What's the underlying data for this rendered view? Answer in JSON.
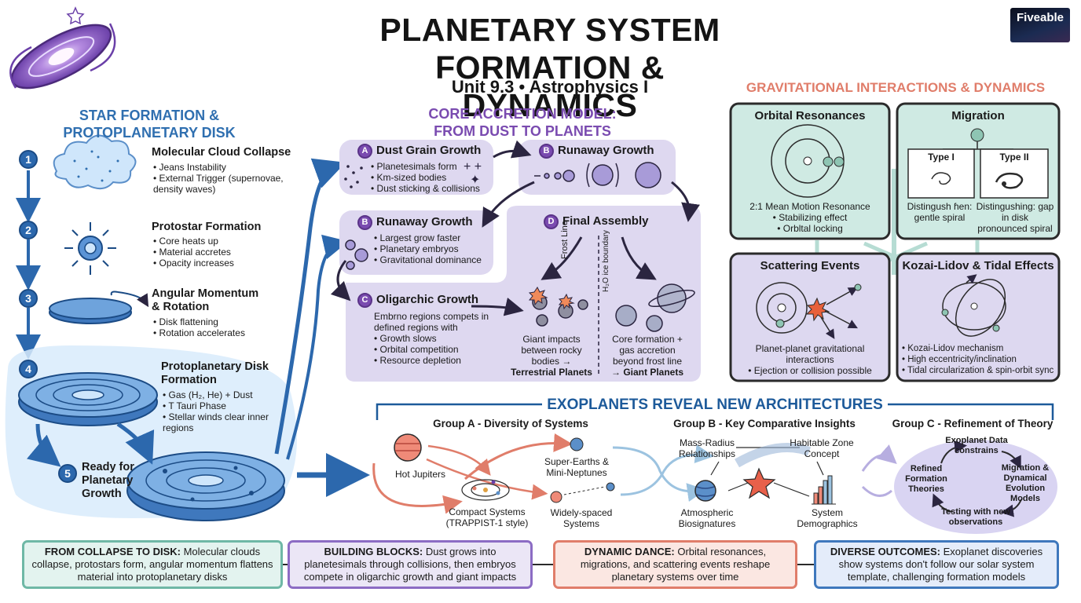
{
  "header": {
    "title_line1": "PLANETARY SYSTEM",
    "title_line2": "FORMATION & DYNAMICS",
    "subtitle": "Unit 9.3 • Astrophysics I",
    "logo": "Fiveable"
  },
  "star_formation": {
    "heading": "STAR FORMATION & PROTOPLANETARY DISK",
    "steps": [
      {
        "number": "1",
        "title": "Molecular Cloud Collapse",
        "bullets": [
          "Jeans Instability",
          "External Trigger (supernovae, density waves)"
        ]
      },
      {
        "number": "2",
        "title": "Protostar Formation",
        "bullets": [
          "Core heats up",
          "Material accretes",
          "Opacity increases"
        ]
      },
      {
        "number": "3",
        "title": "Angular Momentum & Rotation",
        "bullets": [
          "Disk flattening",
          "Rotation accelerates"
        ]
      },
      {
        "number": "4",
        "title": "Protoplanetary Disk Formation",
        "bullets": [
          "Gas (H₂, He) + Dust",
          "T Tauri Phase",
          "Stellar winds clear inner regions"
        ]
      },
      {
        "number": "5",
        "title": "Ready for Planetary Growth",
        "bullets": []
      }
    ]
  },
  "core_accretion": {
    "heading_line1": "CORE ACCRETION MODEL:",
    "heading_line2": "FROM DUST TO PLANETS",
    "stages": {
      "a": {
        "badge": "A",
        "title": "Dust Grain Growth",
        "bullets": [
          "Planetesimals form",
          "Km-sized bodies",
          "Dust sticking & collisions"
        ]
      },
      "b_top": {
        "badge": "B",
        "title": "Runaway Growth"
      },
      "b": {
        "badge": "B",
        "title": "Runaway Growth",
        "bullets": [
          "Largest grow faster",
          "Planetary embryos",
          "Gravitational dominance"
        ]
      },
      "c": {
        "badge": "C",
        "title": "Oligarchic Growth",
        "intro": "Embrno regions compets in defined regions with",
        "bullets": [
          "Growth slows",
          "Orbital competition",
          "Resource depletion"
        ]
      },
      "d": {
        "badge": "D",
        "title": "Final Assembly",
        "frost_line": "Frost Line",
        "h2o_boundary": "H₂O ice boundary",
        "terrestrial_desc": "Giant impacts between rocky bodies →",
        "terrestrial_label": "Terrestrial Planets",
        "giant_desc": "Core formation + gas accretion beyond frost line",
        "giant_label": "→ Giant Planets"
      }
    }
  },
  "dynamics": {
    "heading": "GRAVITATIONAL INTERACTIONS & DYNAMICS",
    "panels": {
      "resonances": {
        "title": "Orbital Resonances",
        "line1": "2:1 Mean Motion Resonance",
        "bullets": [
          "Stabilizing effect",
          "Orbltal locking"
        ]
      },
      "migration": {
        "title": "Migration",
        "type1": "Type I",
        "type2": "Type II",
        "type1_desc": "Distingush ɦen: gentle spiral",
        "type2_desc": "Distingushing: gap in disk pronounced spiral"
      },
      "scattering": {
        "title": "Scattering Events",
        "line1": "Planet-planet gravitational interactions",
        "bullets": [
          "Ejection or collision possible"
        ]
      },
      "kozai": {
        "title": "Kozai-Lidov & Tidal Effects",
        "bullets": [
          "Kozai-Lidov mechanism",
          "High eccentricity/inclination",
          "Tidal circularization & spin-orbit sync"
        ]
      }
    }
  },
  "exoplanets": {
    "heading": "EXOPLANETS REVEAL NEW ARCHITECTURES",
    "group_a": {
      "title": "Group A - Diversity of Systems",
      "hot_jupiters": "Hot Jupiters",
      "compact": "Compact Systems",
      "compact_sub": "(TRAPPIST-1 style)",
      "super_earths": "Super-Earths & Mini-Neptunes",
      "widely": "Widely-spaced Systems"
    },
    "group_b": {
      "title": "Group B - Key Comparative Insights",
      "mass_radius": "Mass-Radius Relationships",
      "habitable": "Habitable Zone Concept",
      "atmospheric": "Atmospheric Biosignatures",
      "demographics": "System Demographics"
    },
    "group_c": {
      "title": "Group C - Refinement of Theory",
      "data": "Exoplanet Data constrains",
      "migration_models": "Migration & Dynamical Evolution Models",
      "testing": "Testing with new observations",
      "refined": "Refined Formation Theories"
    }
  },
  "summary": [
    {
      "label": "FROM COLLAPSE TO DISK:",
      "text": "Molecular clouds collapse, protostars form, angular momentum flattens material into protoplanetary disks"
    },
    {
      "label": "BUILDING BLOCKS:",
      "text": "Dust grows into planetesimals through collisions, then embryos compete in oligarchic growth and giant impacts"
    },
    {
      "label": "DYNAMIC DANCE:",
      "text": "Orbital resonances, migrations, and scattering events reshape planetary systems over time"
    },
    {
      "label": "DIVERSE OUTCOMES:",
      "text": "Exoplanet discoveries show systems don't follow our solar system template, challenging formation models"
    }
  ],
  "colors": {
    "blue": "#2f6fb0",
    "purple": "#7a4bb0",
    "teal_fill": "#cfeae3",
    "lavender_fill": "#ded8f0",
    "salmon": "#e07d6a",
    "navy": "#1d5a9a"
  }
}
